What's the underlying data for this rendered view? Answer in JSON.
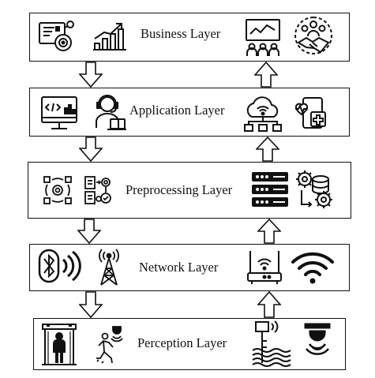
{
  "layers": [
    {
      "label": "Business Layer"
    },
    {
      "label": "Application Layer"
    },
    {
      "label": "Preprocessing Layer"
    },
    {
      "label": "Network Layer"
    },
    {
      "label": "Perception Layer"
    }
  ],
  "icons": {
    "business": [
      "dashboard-analytics-icon",
      "growth-chart-icon",
      "presentation-meeting-icon",
      "team-handshake-icon"
    ],
    "application": [
      "code-monitor-icon",
      "support-agent-icon",
      "cloud-network-icon",
      "health-tablet-icon"
    ],
    "preprocessing": [
      "data-cycle-icon",
      "document-process-icon",
      "server-rack-icon",
      "database-gears-icon"
    ],
    "network": [
      "bluetooth-signal-icon",
      "radio-tower-icon",
      "wifi-router-icon",
      "wifi-signal-icon"
    ],
    "perception": [
      "body-scanner-icon",
      "motion-sensor-icon",
      "water-level-sensor-icon",
      "ceiling-sensor-icon"
    ]
  },
  "colors": {
    "stroke": "#111111",
    "background": "#ffffff"
  }
}
